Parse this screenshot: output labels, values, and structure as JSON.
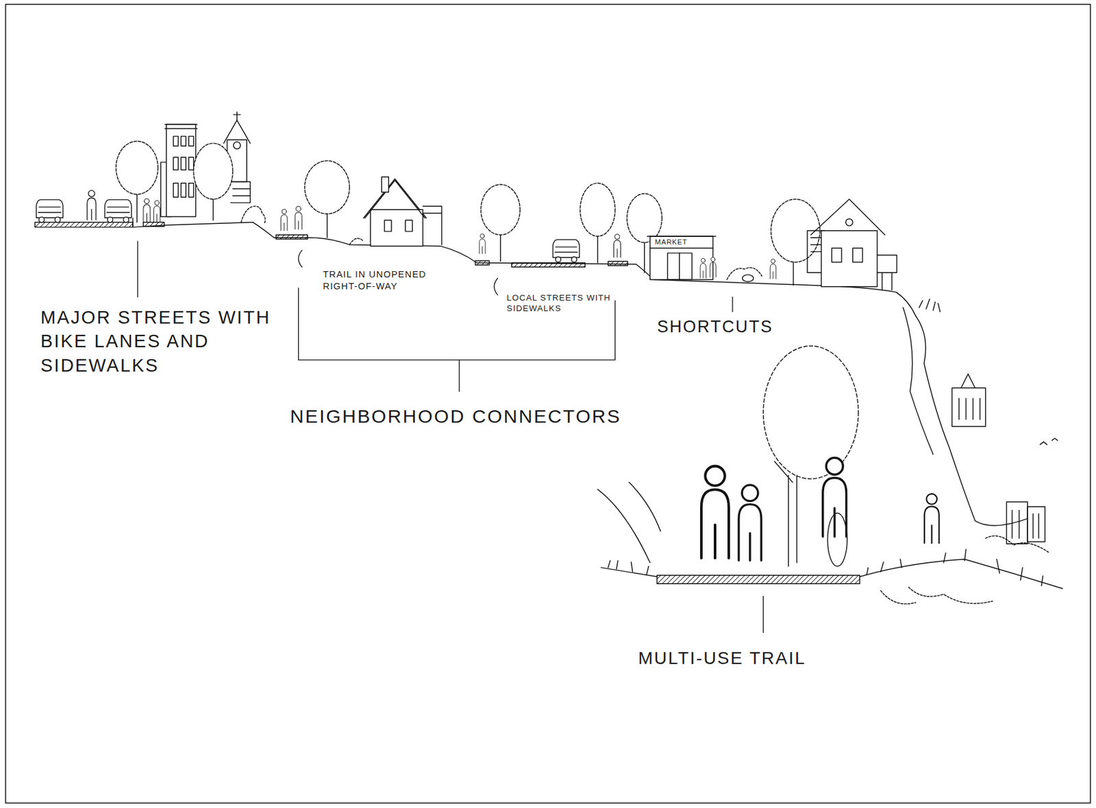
{
  "diagram": {
    "labels": [
      "MAJOR STREETS WITH BIKE LANES AND SIDEWALKS",
      "TRAIL IN UNOPENED RIGHT-OF-WAY",
      "LOCAL STREETS WITH SIDEWALKS",
      "NEIGHBORHOOD CONNECTORS",
      "SHORTCUTS",
      "MULTI-USE TRAIL",
      "MARKET"
    ]
  }
}
